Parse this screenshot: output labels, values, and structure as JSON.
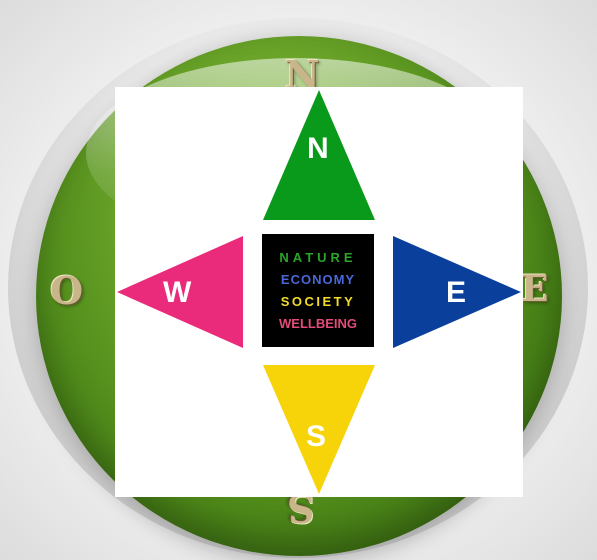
{
  "background_letters": {
    "north": "N",
    "west": "O",
    "east": "E",
    "south": "S"
  },
  "compass": {
    "north": {
      "letter": "N",
      "color": "#0a9a1b"
    },
    "west": {
      "letter": "W",
      "color": "#ea2a7a"
    },
    "east": {
      "letter": "E",
      "color": "#0b3f9c"
    },
    "south": {
      "letter": "S",
      "color": "#f7d30a"
    }
  },
  "center_labels": {
    "nature": "NATURE",
    "economy": "ECONOMY",
    "society": "SOCIETY",
    "wellbeing": "WELLBEING"
  },
  "colors": {
    "disc_green": "#4f8a1a",
    "center_box": "#000000",
    "nature_text": "#2aa52a",
    "economy_text": "#4a67d8",
    "society_text": "#f3dc2b",
    "wellbeing_text": "#e24b7a"
  }
}
